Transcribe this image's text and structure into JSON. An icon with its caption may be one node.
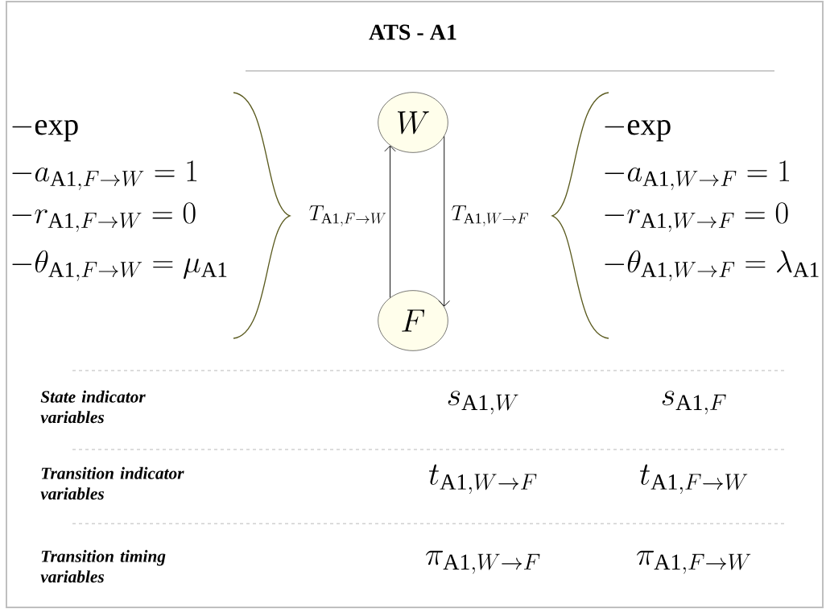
{
  "diagram": {
    "title": "ATS - A1",
    "nodes": [
      {
        "text": [
          "W"
        ]
      },
      {
        "text": [
          "F"
        ]
      }
    ],
    "edges": [
      {
        "from": 1,
        "to": 0,
        "arrow": "to",
        "label": "T_{\\mathrm{A1},F\\to W}"
      },
      {
        "from": 0,
        "to": 1,
        "arrow": "to",
        "label": "T_{\\mathrm{A1},W\\to F}"
      }
    ],
    "labels": [
      "-\\mathrm{exp}",
      "-a_{\\mathrm{A1},F\\to W}=1",
      "-r_{\\mathrm{A1},F\\to W}=0",
      "-\\theta_{\\mathrm{A1},F\\to W}=\\mu_{\\mathrm{A1}}",
      "-\\mathrm{exp}",
      "-a_{\\mathrm{A1},W\\to F}=1",
      "-r_{\\mathrm{A1},W\\to F}=0",
      "-\\theta_{\\mathrm{A1},W\\to F}=\\lambda_{\\mathrm{A1}}",
      "State indicator variables",
      "s_{\\mathrm{A1},W}",
      "s_{\\mathrm{A1},F}",
      "Transition indicator variables",
      "t_{\\mathrm{A1},W\\to F}",
      "t_{\\mathrm{A1},F\\to W}",
      "Transition timing variables",
      "\\pi_{\\mathrm{A1},W\\to F}",
      "\\pi_{\\mathrm{A1},F\\to W}"
    ]
  }
}
